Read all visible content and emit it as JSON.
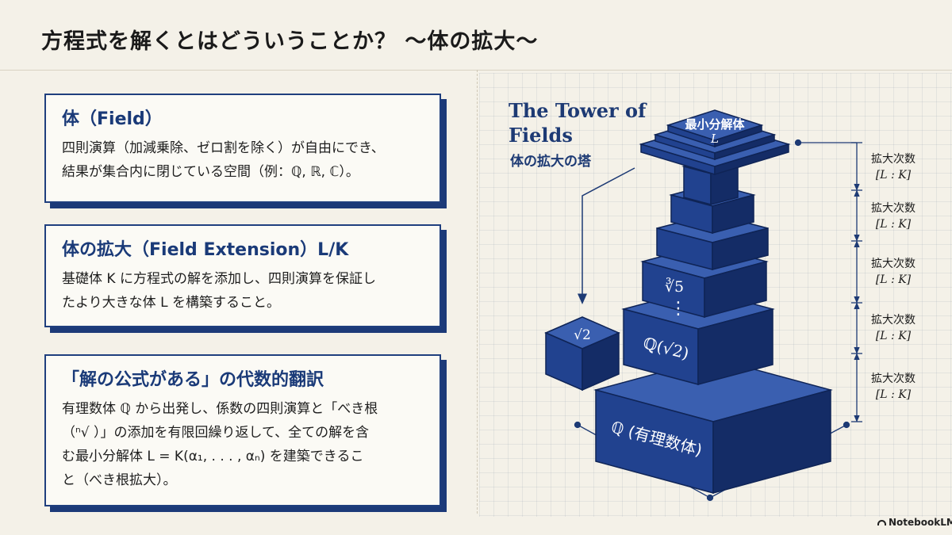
{
  "title": "方程式を解くとはどういうことか？ 〜体の拡大〜",
  "cards": [
    {
      "heading": "体（Field）",
      "body_line1": "四則演算（加減乗除、ゼロ割を除く）が自由にでき、",
      "body_line2": "結果が集合内に閉じている空間（例：ℚ, ℝ, ℂ）。"
    },
    {
      "heading": "体の拡大（Field Extension）L/K",
      "body_line1": "基礎体 K に方程式の解を添加し、四則演算を保証し",
      "body_line2": "たより大きな体 L を構築すること。"
    },
    {
      "heading": "「解の公式がある」の代数的翻訳",
      "body_line1": "有理数体 ℚ から出発し、係数の四則演算と「べき根",
      "body_line2": "（ⁿ√ ）」の添加を有限回繰り返して、全ての解を含",
      "body_line3": "む最小分解体 L = K(α₁, . . . , αₙ) を建築できるこ",
      "body_line4": "と（べき根拡大）。"
    }
  ],
  "diagram": {
    "title_line1": "The Tower of",
    "title_line2": "Fields",
    "subtitle": "体の拡大の塔",
    "top_label_line1": "最小分解体",
    "top_label_line2": "L",
    "level_cuberoot": "∛5",
    "level_dots": "⋮",
    "level_q_sqrt2": "ℚ(√2)",
    "base_label": "ℚ (有理数体)",
    "side_block_label": "√2",
    "scale_labels": [
      {
        "line1": "拡大次数",
        "line2": "[L : K]"
      },
      {
        "line1": "拡大次数",
        "line2": "[L : K]"
      },
      {
        "line1": "拡大次数",
        "line2": "[L : K]"
      },
      {
        "line1": "拡大次数",
        "line2": "[L : K]"
      },
      {
        "line1": "拡大次数",
        "line2": "[L : K]"
      }
    ]
  },
  "brand": "NotebookLM",
  "colors": {
    "navy": "#1f3f7e",
    "block_top": "#3a5fb0",
    "block_front": "#21428f",
    "block_side": "#142c66",
    "background": "#f4f1e8"
  }
}
